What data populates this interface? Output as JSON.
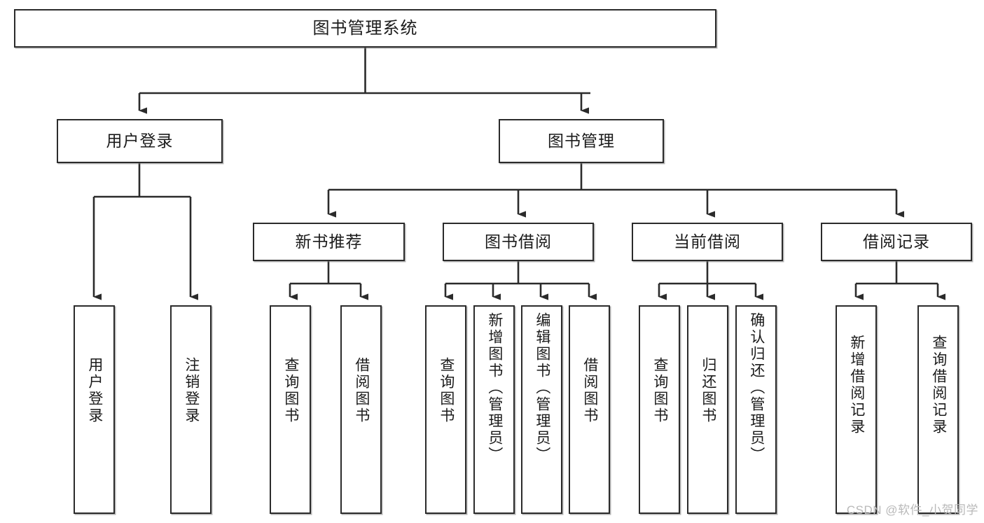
{
  "diagram": {
    "type": "tree",
    "title": "图书管理系统",
    "watermark": "CSDN @软件_小贺同学",
    "colors": {
      "box_border": "#2b2b2b",
      "box_fill": "#ffffff",
      "connector": "#2b2b2b",
      "text": "#1b1b1b",
      "watermark": "#b9b9b9"
    },
    "root": {
      "label": "图书管理系统"
    },
    "level2": [
      {
        "label": "用户登录"
      },
      {
        "label": "图书管理"
      }
    ],
    "level3": [
      {
        "label": "新书推荐"
      },
      {
        "label": "图书借阅"
      },
      {
        "label": "当前借阅"
      },
      {
        "label": "借阅记录"
      }
    ],
    "leaves": {
      "user_login": [
        {
          "label": "用户登录"
        },
        {
          "label": "注销登录"
        }
      ],
      "new_book": [
        {
          "label": "查询图书"
        },
        {
          "label": "借阅图书"
        }
      ],
      "book_borrow": [
        {
          "label": "查询图书"
        },
        {
          "label": "新增图书（管理员）"
        },
        {
          "label": "编辑图书（管理员）"
        },
        {
          "label": "借阅图书"
        }
      ],
      "current_borrow": [
        {
          "label": "查询图书"
        },
        {
          "label": "归还图书"
        },
        {
          "label": "确认归还（管理员）"
        }
      ],
      "borrow_record": [
        {
          "label": "新增借阅记录"
        },
        {
          "label": "查询借阅记录"
        }
      ]
    }
  }
}
